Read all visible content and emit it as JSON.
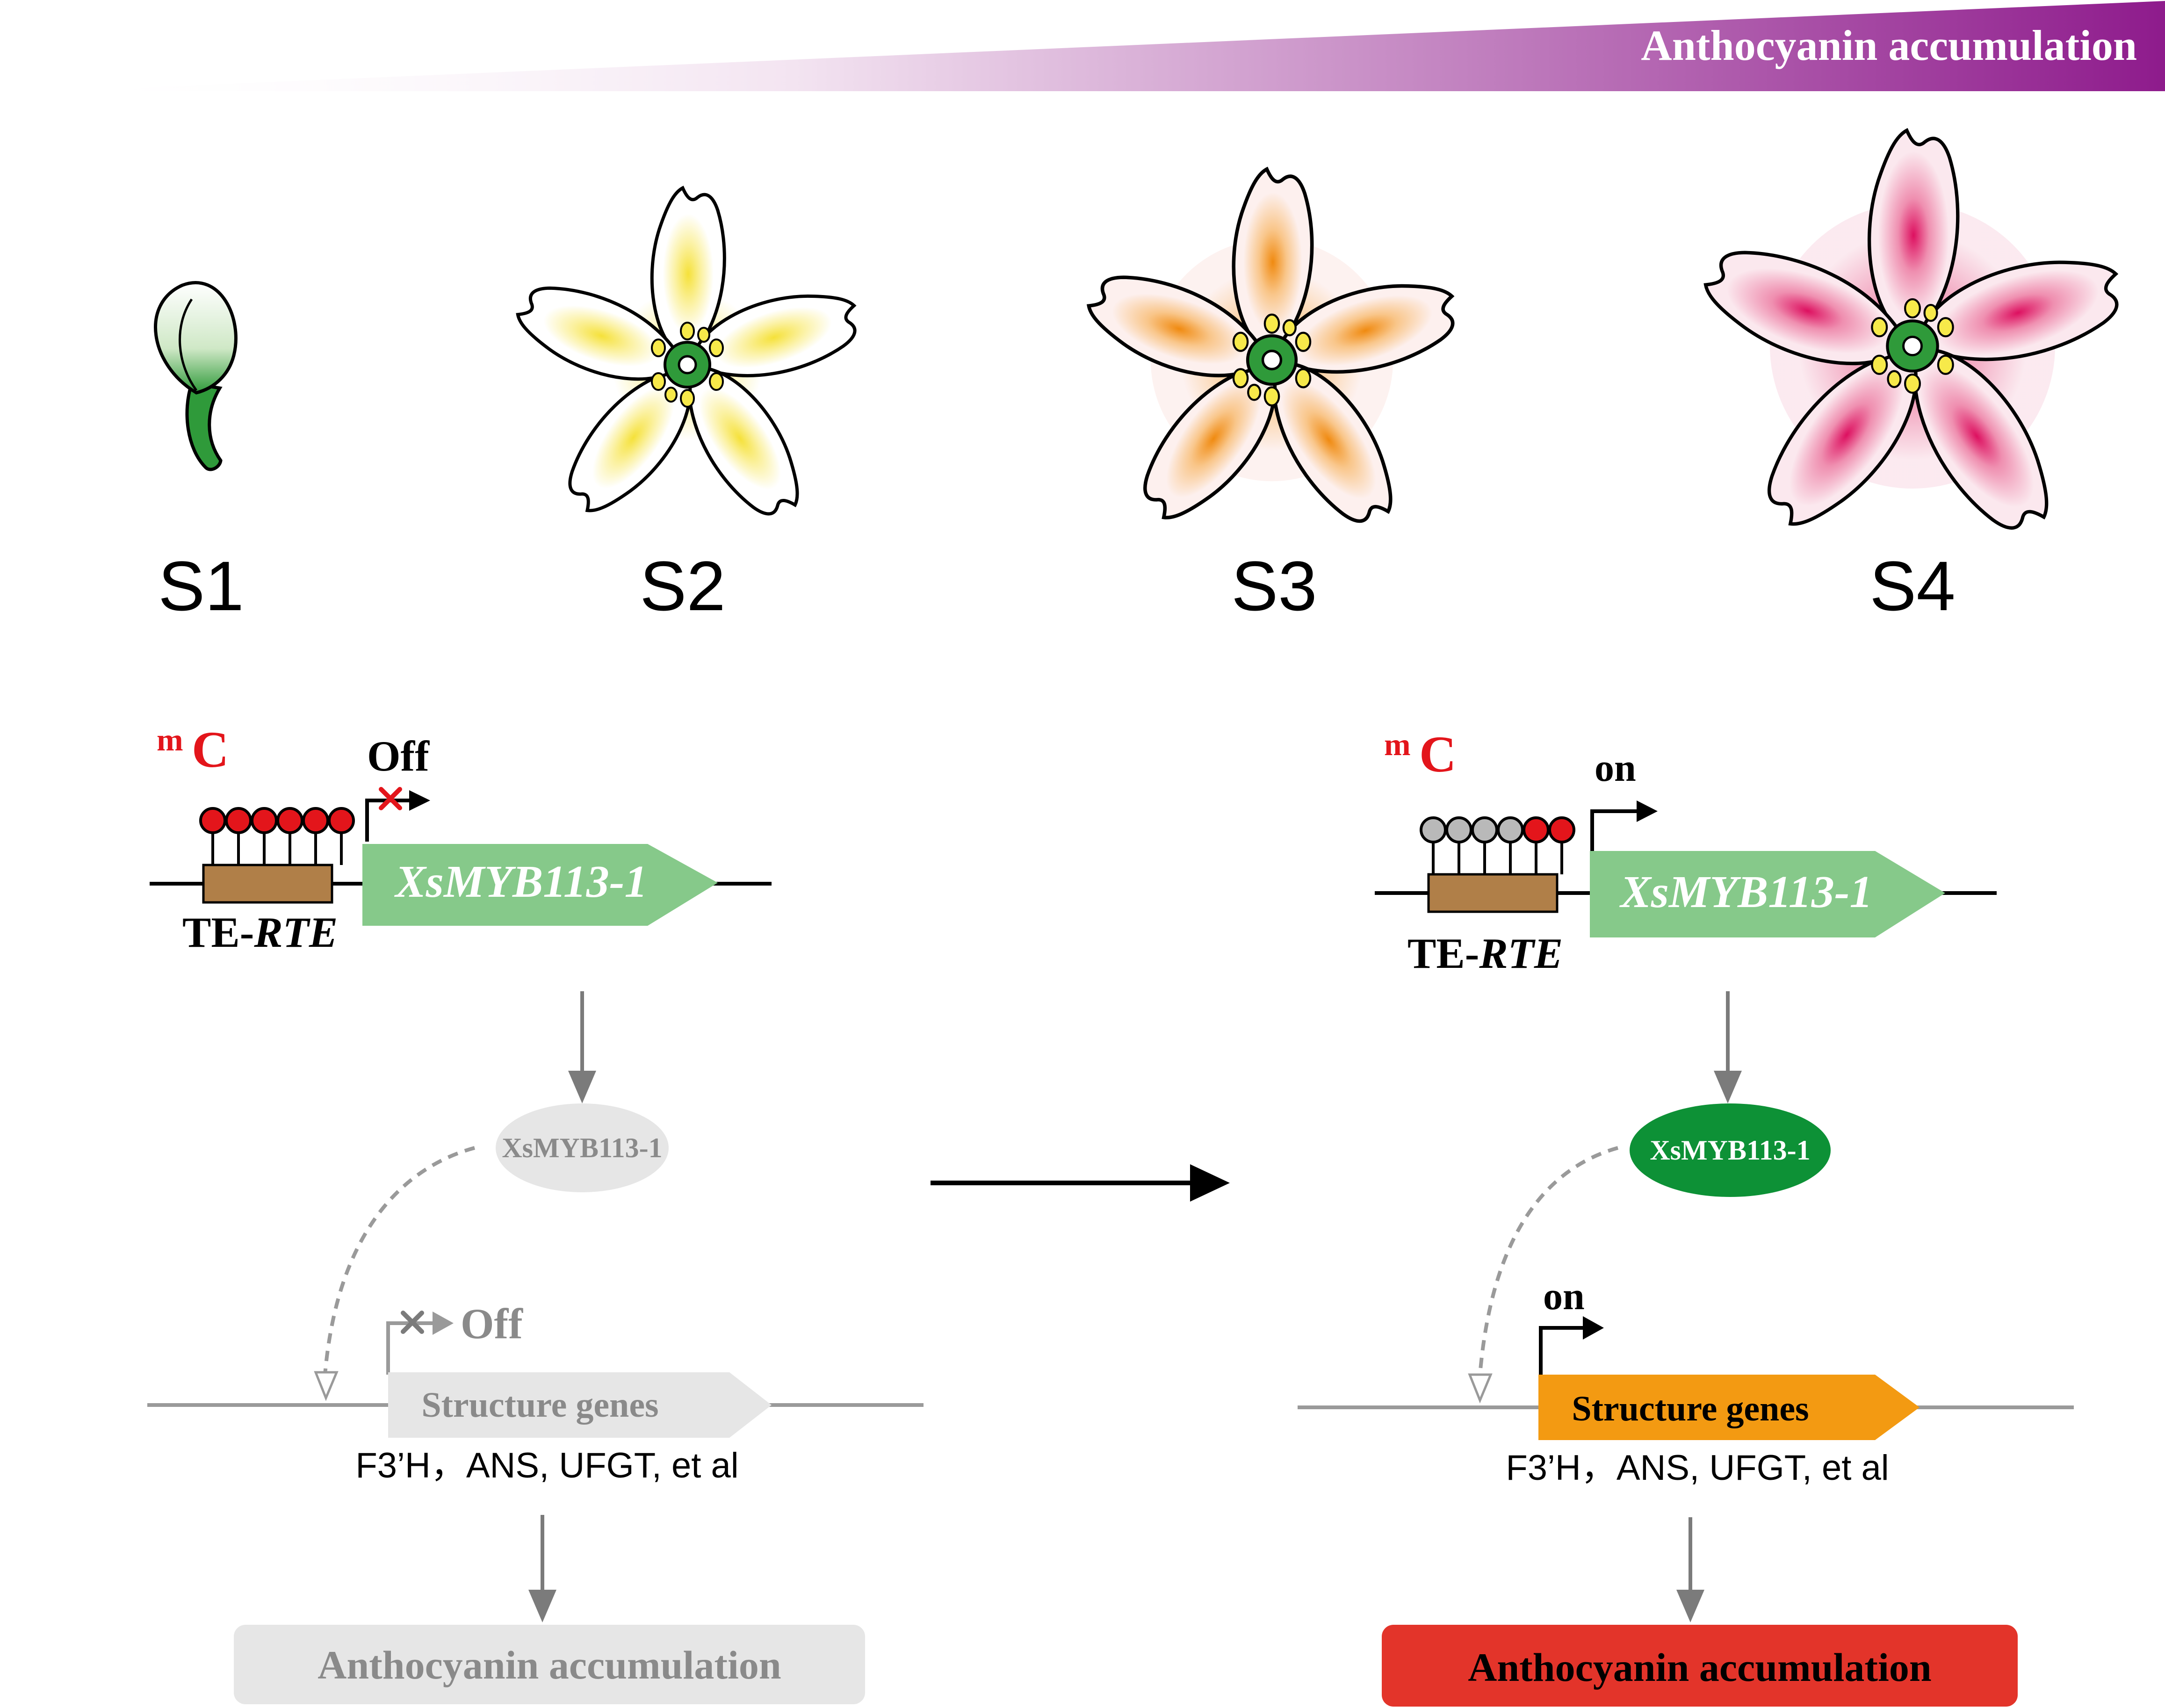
{
  "banner": {
    "label": "Anthocyanin accumulation",
    "gradient_start": "#ffffff",
    "gradient_end": "#8e1b8c"
  },
  "stages": [
    {
      "label": "S1",
      "center_color": null
    },
    {
      "label": "S2",
      "center_color": "#f7e94a"
    },
    {
      "label": "S3",
      "center_color": "#f29a1f"
    },
    {
      "label": "S4",
      "center_color": "#e0246a"
    }
  ],
  "left_panel": {
    "methyl_label_sup": "m",
    "methyl_label": "C",
    "promoter_state": "Off",
    "te_label_prefix": "TE-",
    "te_label_italic": "RTE",
    "gene_label": "XsMYB113-1",
    "protein_label": "XsMYB113-1",
    "structure_state": "Off",
    "structure_label": "Structure genes",
    "genes_list": "F3’H，ANS, UFGT, et al",
    "result_label": "Anthocyanin accumulation",
    "lollipops": [
      "methylated",
      "methylated",
      "methylated",
      "methylated",
      "methylated",
      "methylated"
    ]
  },
  "right_panel": {
    "methyl_label_sup": "m",
    "methyl_label": "C",
    "promoter_state": "on",
    "te_label_prefix": "TE-",
    "te_label_italic": "RTE",
    "gene_label": "XsMYB113-1",
    "protein_label": "XsMYB113-1",
    "structure_state": "on",
    "structure_label": "Structure genes",
    "genes_list": "F3’H，ANS, UFGT, et al",
    "result_label": "Anthocyanin accumulation",
    "lollipops": [
      "unmethylated",
      "unmethylated",
      "unmethylated",
      "unmethylated",
      "methylated",
      "methylated"
    ]
  },
  "colors": {
    "methyl_red": "#e3151b",
    "unmethyl_grey": "#b9b9b9",
    "te_brown": "#b07f48",
    "gene_green": "#86c98a",
    "protein_dark_green": "#0d9136",
    "structure_orange": "#f39a12",
    "result_red": "#e3342a",
    "inactive_grey": "#e6e6e6",
    "inactive_text": "#8a8a8a",
    "stem_green": "#2f9a3a"
  }
}
